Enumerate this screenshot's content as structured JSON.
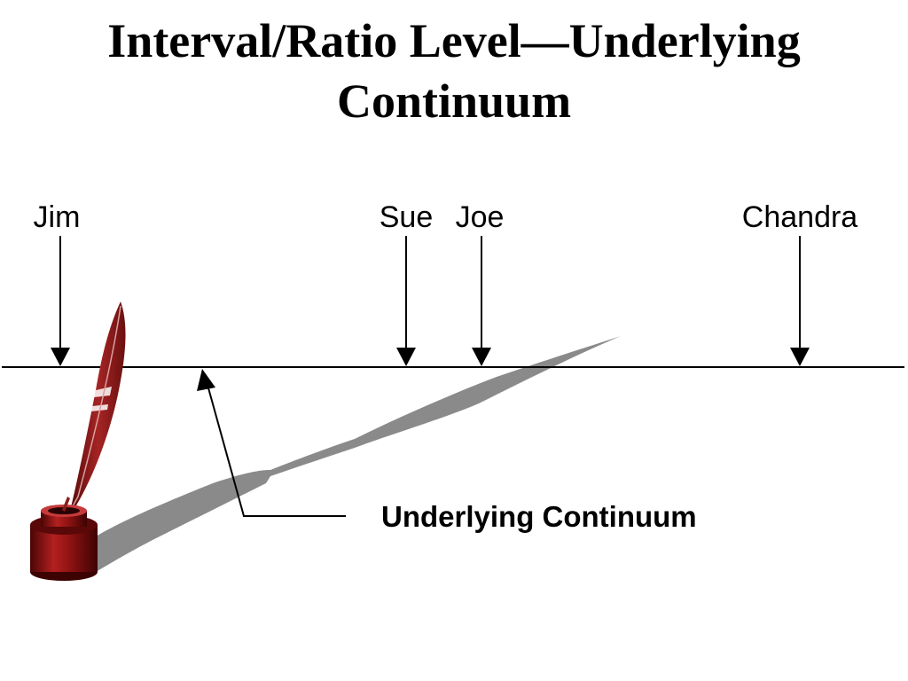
{
  "slide": {
    "title_line1": "Interval/Ratio Level—Underlying",
    "title_line2": "Continuum"
  },
  "markers": {
    "jim": "Jim",
    "sue": "Sue",
    "joe": "Joe",
    "chandra": "Chandra"
  },
  "continuum_label": "Underlying Continuum",
  "icons": {
    "quill": "quill-pen-icon",
    "inkwell": "inkwell-icon"
  },
  "colors": {
    "quill": "#8b1c1c",
    "inkwell": "#7a0d0d",
    "shadow": "#8a8a8a",
    "line": "#000000"
  }
}
